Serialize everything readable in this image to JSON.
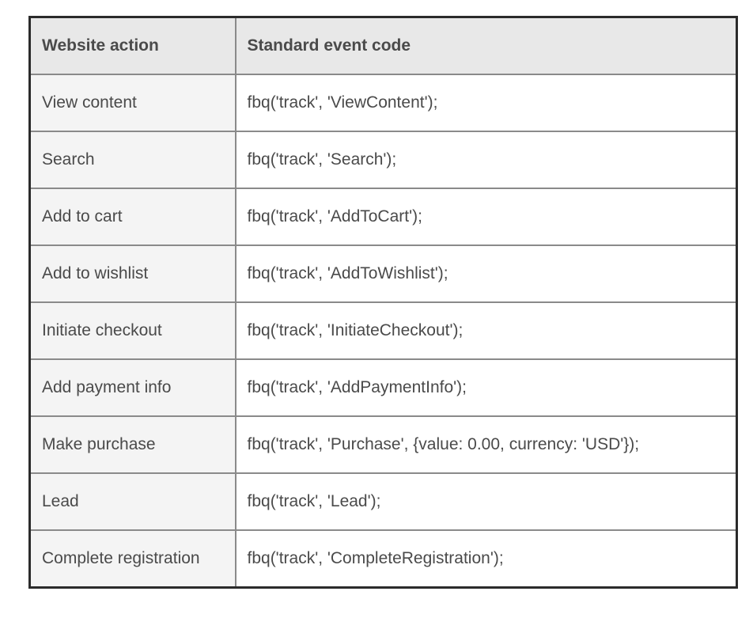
{
  "table": {
    "header": {
      "action": "Website action",
      "code": "Standard event code"
    },
    "rows": [
      {
        "action": "View content",
        "code": "fbq('track', 'ViewContent');"
      },
      {
        "action": "Search",
        "code": "fbq('track', 'Search');"
      },
      {
        "action": "Add to cart",
        "code": "fbq('track', 'AddToCart');"
      },
      {
        "action": "Add to wishlist",
        "code": "fbq('track', 'AddToWishlist');"
      },
      {
        "action": "Initiate checkout",
        "code": "fbq('track', 'InitiateCheckout');"
      },
      {
        "action": "Add payment info",
        "code": "fbq('track', 'AddPaymentInfo');"
      },
      {
        "action": "Make purchase",
        "code": "fbq('track', 'Purchase', {value: 0.00, currency: 'USD'});"
      },
      {
        "action": "Lead",
        "code": "fbq('track', 'Lead');"
      },
      {
        "action": "Complete registration",
        "code": "fbq('track', 'CompleteRegistration');"
      }
    ],
    "colors": {
      "header_bg": "#e8e8e8",
      "label_column_bg": "#f4f4f4",
      "code_column_bg": "#ffffff",
      "outer_border": "#2b2b2b",
      "inner_border": "#8a8a8a",
      "text": "#4a4a4a"
    }
  }
}
